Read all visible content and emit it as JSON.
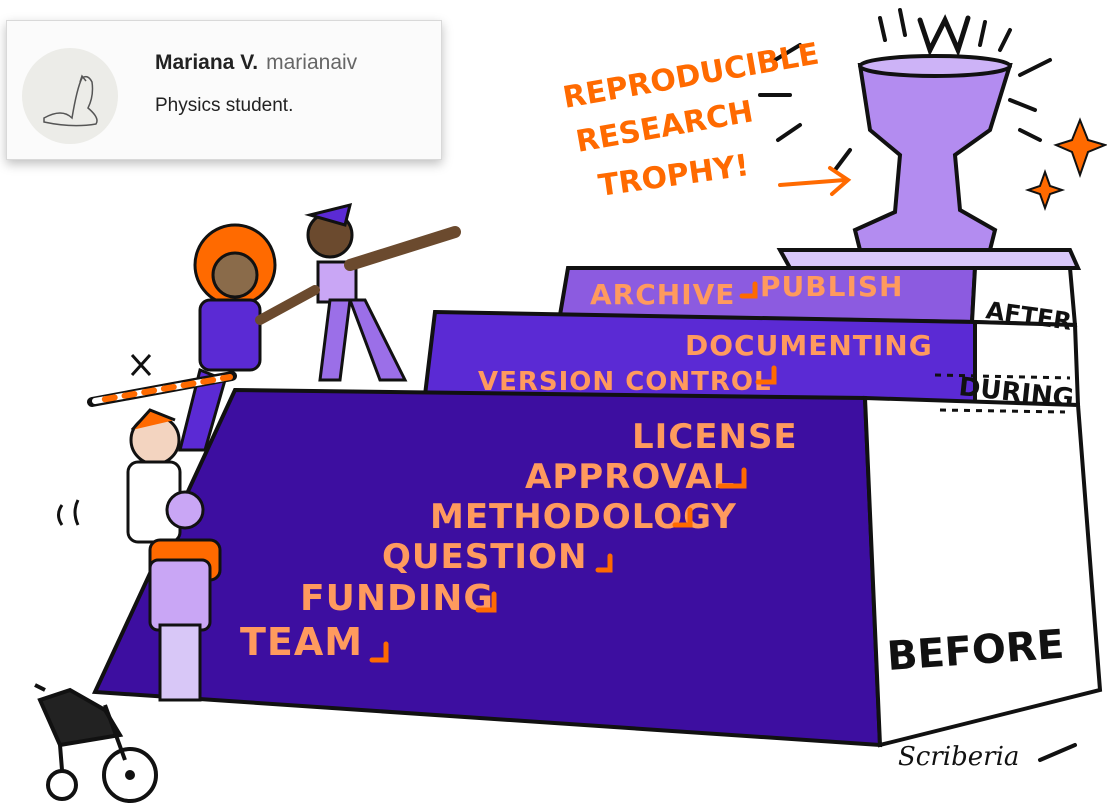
{
  "profile": {
    "name": "Mariana V.",
    "handle": "marianaiv",
    "bio": "Physics student."
  },
  "illustration": {
    "trophy_label": [
      "REPRODUCIBLE",
      "RESEARCH",
      "TROPHY!"
    ],
    "tier_labels": {
      "after": "AFTER",
      "during": "DURING",
      "before": "BEFORE"
    },
    "after_steps": [
      "ARCHIVE",
      "PUBLISH"
    ],
    "during_steps": [
      "DOCUMENTING",
      "VERSION CONTROL"
    ],
    "before_steps": [
      "LICENSE",
      "APPROVAL",
      "METHODOLOGY",
      "QUESTION",
      "FUNDING",
      "TEAM"
    ],
    "signature": "Scriberia",
    "colors": {
      "platform_dark": "#3d0ea0",
      "platform_mid": "#5b2ad4",
      "platform_light": "#8c5be0",
      "trophy": "#b38cf0",
      "orange": "#ff6a00",
      "peach": "#ffb38a"
    },
    "icons": [
      "trophy-icon",
      "sparkle-icon",
      "wheelchair-icon",
      "person-figure-icon",
      "barrier-icon"
    ]
  }
}
